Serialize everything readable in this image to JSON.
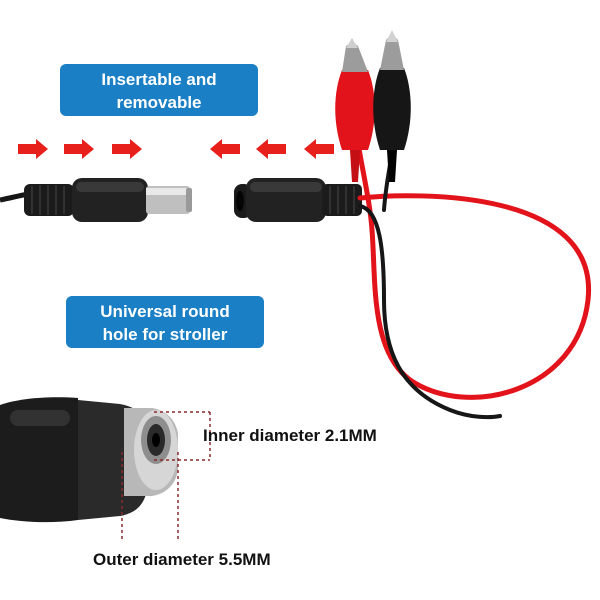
{
  "badges": {
    "insertable": {
      "line1": "Insertable and",
      "line2": "removable"
    },
    "universal": {
      "line1": "Universal round",
      "line2": "hole for stroller"
    }
  },
  "dimensions": {
    "inner": "Inner diameter 2.1MM",
    "outer": "Outer diameter 5.5MM"
  },
  "colors": {
    "badge_bg": "#1a7fc4",
    "badge_text": "#ffffff",
    "arrow": "#e8201c",
    "wire_red": "#e2131a",
    "wire_black": "#161616",
    "dim_line": "#8a2a2a"
  },
  "icons": {
    "arrows_right": "arrow-right-icon",
    "arrows_left": "arrow-left-icon"
  }
}
